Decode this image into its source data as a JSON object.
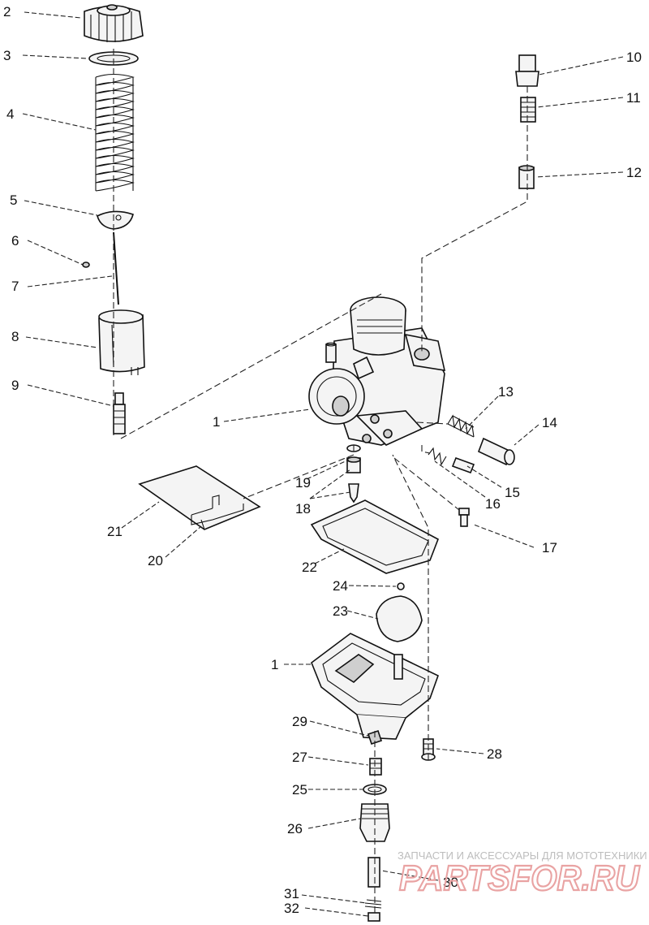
{
  "diagram": {
    "callouts": [
      {
        "id": "2"
      },
      {
        "id": "3"
      },
      {
        "id": "4"
      },
      {
        "id": "5"
      },
      {
        "id": "6"
      },
      {
        "id": "7"
      },
      {
        "id": "8"
      },
      {
        "id": "9"
      },
      {
        "id": "10"
      },
      {
        "id": "11"
      },
      {
        "id": "12"
      },
      {
        "id": "1"
      },
      {
        "id": "13"
      },
      {
        "id": "14"
      },
      {
        "id": "19"
      },
      {
        "id": "18"
      },
      {
        "id": "16"
      },
      {
        "id": "15"
      },
      {
        "id": "21"
      },
      {
        "id": "20"
      },
      {
        "id": "17"
      },
      {
        "id": "22"
      },
      {
        "id": "24"
      },
      {
        "id": "23"
      },
      {
        "id": "1"
      },
      {
        "id": "29"
      },
      {
        "id": "28"
      },
      {
        "id": "27"
      },
      {
        "id": "25"
      },
      {
        "id": "26"
      },
      {
        "id": "30"
      },
      {
        "id": "31"
      },
      {
        "id": "32"
      }
    ]
  },
  "watermark": {
    "caption": "ЗАПЧАСТИ И АКСЕССУАРЫ ДЛЯ МОТОТЕХНИКИ",
    "logo": "PARTSFOR.RU"
  }
}
